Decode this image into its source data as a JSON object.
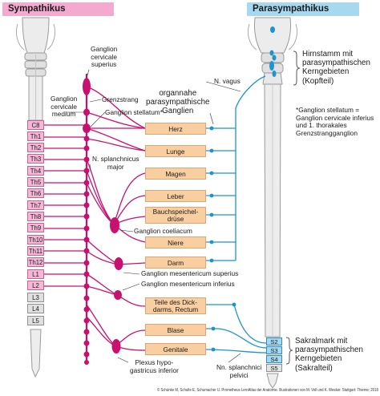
{
  "header": {
    "sympathikus": "Sympathikus",
    "parasympathikus": "Parasympathikus"
  },
  "colors": {
    "sympathetic": "#c8106e",
    "parasympathetic": "#1f93cc",
    "organ_box": "#f9cfa2",
    "spine_pink": "#f6b7d7",
    "spine_blue": "#a6d8ef",
    "spine_gray": "#e0e0e0"
  },
  "segments_sym": {
    "pink": [
      "C8",
      "Th1",
      "Th2",
      "Th3",
      "Th4",
      "Th5",
      "Th6",
      "Th7",
      "Th8",
      "Th9",
      "Th10",
      "Th11",
      "Th12",
      "L1",
      "L2"
    ],
    "gray": [
      "L3",
      "L4",
      "L5"
    ]
  },
  "segments_para": {
    "blue": [
      "S2",
      "S3",
      "S4"
    ],
    "gray": [
      "S5"
    ]
  },
  "organs": [
    "Herz",
    "Lunge",
    "Magen",
    "Leber",
    "Bauchspeichel-\ndrüse",
    "Niere",
    "Darm",
    "Teile des Dick-\ndarms, Rectum",
    "Blase",
    "Genitale"
  ],
  "labels": {
    "ganglion_cervicale_superius": "Ganglion\ncervicale\nsuperius",
    "grenzstrang": "Grenzstrang",
    "ganglion_cervicale_medium": "Ganglion\ncervicale\nmedium",
    "ganglion_stellatum": "Ganglion stellatum*",
    "organnahe_ganglien": "organnahe\nparasympathische\nGanglien",
    "n_vagus": "N. vagus",
    "n_splanchnicus_major": "N. splanchnicus\nmajor",
    "ganglion_coeliacum": "Ganglion coeliacum",
    "ganglion_mesentericum_superius": "Ganglion mesentericum superius",
    "ganglion_mesentericum_inferius": "Ganglion mesentericum inferius",
    "plexus_hypogastricus_inferior": "Plexus hypo-\ngastricus inferior",
    "nn_splanchnici_pelvici": "Nn. splanchnici\npelvici",
    "hirnstamm": "Hirnstamm mit\nparasympathischen\nKerngebieten\n(Kopfteil)",
    "stellatum_note": "*Ganglion stellatum =\nGanglion cervicale inferius\nund 1. thorakales\nGrenzstrangganglion",
    "sakralmark": "Sakralmark mit\nparasympathischen\nKerngebieten (Sakralteil)"
  },
  "credit": "© Schünke M, Schulte E, Schumacher U. Prometheus LernAtlas der Anatomie. Illustrationen von M. Voll und K. Wesker. Stuttgart: Thieme; 2018"
}
